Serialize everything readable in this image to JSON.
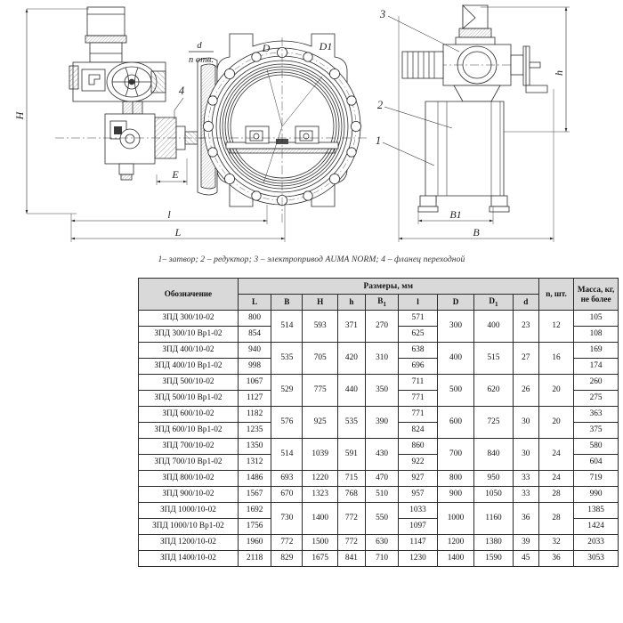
{
  "figure": {
    "caption": "1– затвор; 2 – редуктор; 3 – электропривод AUMA NORM; 4 – фланец переходной",
    "dimension_labels": {
      "H": "H",
      "l_small": "l",
      "L_big": "L",
      "E": "E",
      "D": "D",
      "D1": "D1",
      "h": "h",
      "B1": "B1",
      "B": "B",
      "hole_note_top": "d",
      "hole_note_bottom": "n отв."
    },
    "callouts": {
      "item1": "1",
      "item2": "2",
      "item3": "3",
      "item4": "4"
    },
    "views": {
      "left": "left-elevation-view",
      "middle": "front-flange-view",
      "right": "side-view"
    }
  },
  "table": {
    "header": {
      "designation": "Обозначение",
      "dimensions_group": "Размеры, мм",
      "columns": [
        "L",
        "B",
        "H",
        "h",
        "B1",
        "l",
        "D",
        "D1",
        "d"
      ],
      "count": "n, шт.",
      "mass": "Масса, кг, не более"
    },
    "rows": [
      {
        "designation": "ЗПД 300/10-02",
        "L": "800",
        "B": "514",
        "H": "593",
        "h": "371",
        "B1": "270",
        "l": "571",
        "D": "300",
        "D1": "400",
        "d": "23",
        "n": "12",
        "mass": "105"
      },
      {
        "designation": "ЗПД 300/10 Вр1-02",
        "L": "854",
        "B": "514",
        "H": "593",
        "h": "371",
        "B1": "270",
        "l": "625",
        "D": "300",
        "D1": "400",
        "d": "23",
        "n": "12",
        "mass": "108"
      },
      {
        "designation": "ЗПД 400/10-02",
        "L": "940",
        "B": "535",
        "H": "705",
        "h": "420",
        "B1": "310",
        "l": "638",
        "D": "400",
        "D1": "515",
        "d": "27",
        "n": "16",
        "mass": "169"
      },
      {
        "designation": "ЗПД 400/10 Вр1-02",
        "L": "998",
        "B": "535",
        "H": "705",
        "h": "420",
        "B1": "310",
        "l": "696",
        "D": "400",
        "D1": "515",
        "d": "27",
        "n": "16",
        "mass": "174"
      },
      {
        "designation": "ЗПД 500/10-02",
        "L": "1067",
        "B": "529",
        "H": "775",
        "h": "440",
        "B1": "350",
        "l": "711",
        "D": "500",
        "D1": "620",
        "d": "26",
        "n": "20",
        "mass": "260"
      },
      {
        "designation": "ЗПД 500/10 Вр1-02",
        "L": "1127",
        "B": "529",
        "H": "775",
        "h": "440",
        "B1": "350",
        "l": "771",
        "D": "500",
        "D1": "620",
        "d": "26",
        "n": "20",
        "mass": "275"
      },
      {
        "designation": "ЗПД 600/10-02",
        "L": "1182",
        "B": "576",
        "H": "925",
        "h": "535",
        "B1": "390",
        "l": "771",
        "D": "600",
        "D1": "725",
        "d": "30",
        "n": "20",
        "mass": "363"
      },
      {
        "designation": "ЗПД 600/10 Вр1-02",
        "L": "1235",
        "B": "576",
        "H": "925",
        "h": "535",
        "B1": "390",
        "l": "824",
        "D": "600",
        "D1": "725",
        "d": "30",
        "n": "20",
        "mass": "375"
      },
      {
        "designation": "ЗПД 700/10-02",
        "L": "1350",
        "B": "514",
        "H": "1039",
        "h": "591",
        "B1": "430",
        "l": "860",
        "D": "700",
        "D1": "840",
        "d": "30",
        "n": "24",
        "mass": "580"
      },
      {
        "designation": "ЗПД 700/10 Вр1-02",
        "L": "1312",
        "B": "514",
        "H": "1039",
        "h": "591",
        "B1": "430",
        "l": "922",
        "D": "700",
        "D1": "840",
        "d": "30",
        "n": "24",
        "mass": "604"
      },
      {
        "designation": "ЗПД 800/10-02",
        "L": "1486",
        "B": "693",
        "H": "1220",
        "h": "715",
        "B1": "470",
        "l": "927",
        "D": "800",
        "D1": "950",
        "d": "33",
        "n": "24",
        "mass": "719"
      },
      {
        "designation": "ЗПД 900/10-02",
        "L": "1567",
        "B": "670",
        "H": "1323",
        "h": "768",
        "B1": "510",
        "l": "957",
        "D": "900",
        "D1": "1050",
        "d": "33",
        "n": "28",
        "mass": "990"
      },
      {
        "designation": "ЗПД 1000/10-02",
        "L": "1692",
        "B": "730",
        "H": "1400",
        "h": "772",
        "B1": "550",
        "l": "1033",
        "D": "1000",
        "D1": "1160",
        "d": "36",
        "n": "28",
        "mass": "1385"
      },
      {
        "designation": "ЗПД 1000/10 Вр1-02",
        "L": "1756",
        "B": "730",
        "H": "1400",
        "h": "772",
        "B1": "550",
        "l": "1097",
        "D": "1000",
        "D1": "1160",
        "d": "36",
        "n": "28",
        "mass": "1424"
      },
      {
        "designation": "ЗПД 1200/10-02",
        "L": "1960",
        "B": "772",
        "H": "1500",
        "h": "772",
        "B1": "630",
        "l": "1147",
        "D": "1200",
        "D1": "1380",
        "d": "39",
        "n": "32",
        "mass": "2033"
      },
      {
        "designation": "ЗПД 1400/10-02",
        "L": "2118",
        "B": "829",
        "H": "1675",
        "h": "841",
        "B1": "710",
        "l": "1230",
        "D": "1400",
        "D1": "1590",
        "d": "45",
        "n": "36",
        "mass": "3053"
      }
    ],
    "merge_groups": [
      {
        "start": 0,
        "span": 2,
        "cols": [
          "B",
          "H",
          "h",
          "B1",
          "D",
          "D1",
          "d",
          "n"
        ]
      },
      {
        "start": 2,
        "span": 2,
        "cols": [
          "B",
          "H",
          "h",
          "B1",
          "D",
          "D1",
          "d",
          "n"
        ]
      },
      {
        "start": 4,
        "span": 2,
        "cols": [
          "B",
          "H",
          "h",
          "B1",
          "D",
          "D1",
          "d",
          "n"
        ]
      },
      {
        "start": 6,
        "span": 2,
        "cols": [
          "B",
          "H",
          "h",
          "B1",
          "D",
          "D1",
          "d",
          "n"
        ]
      },
      {
        "start": 8,
        "span": 2,
        "cols": [
          "B",
          "H",
          "h",
          "B1",
          "D",
          "D1",
          "d",
          "n"
        ]
      },
      {
        "start": 10,
        "span": 1,
        "cols": []
      },
      {
        "start": 11,
        "span": 1,
        "cols": []
      },
      {
        "start": 12,
        "span": 2,
        "cols": [
          "B",
          "H",
          "h",
          "B1",
          "D",
          "D1",
          "d",
          "n"
        ]
      },
      {
        "start": 14,
        "span": 1,
        "cols": []
      },
      {
        "start": 15,
        "span": 1,
        "cols": []
      }
    ]
  },
  "colors": {
    "line": "#2a2a2a",
    "header_fill": "#d9d9d9",
    "hatch": "#555555"
  }
}
